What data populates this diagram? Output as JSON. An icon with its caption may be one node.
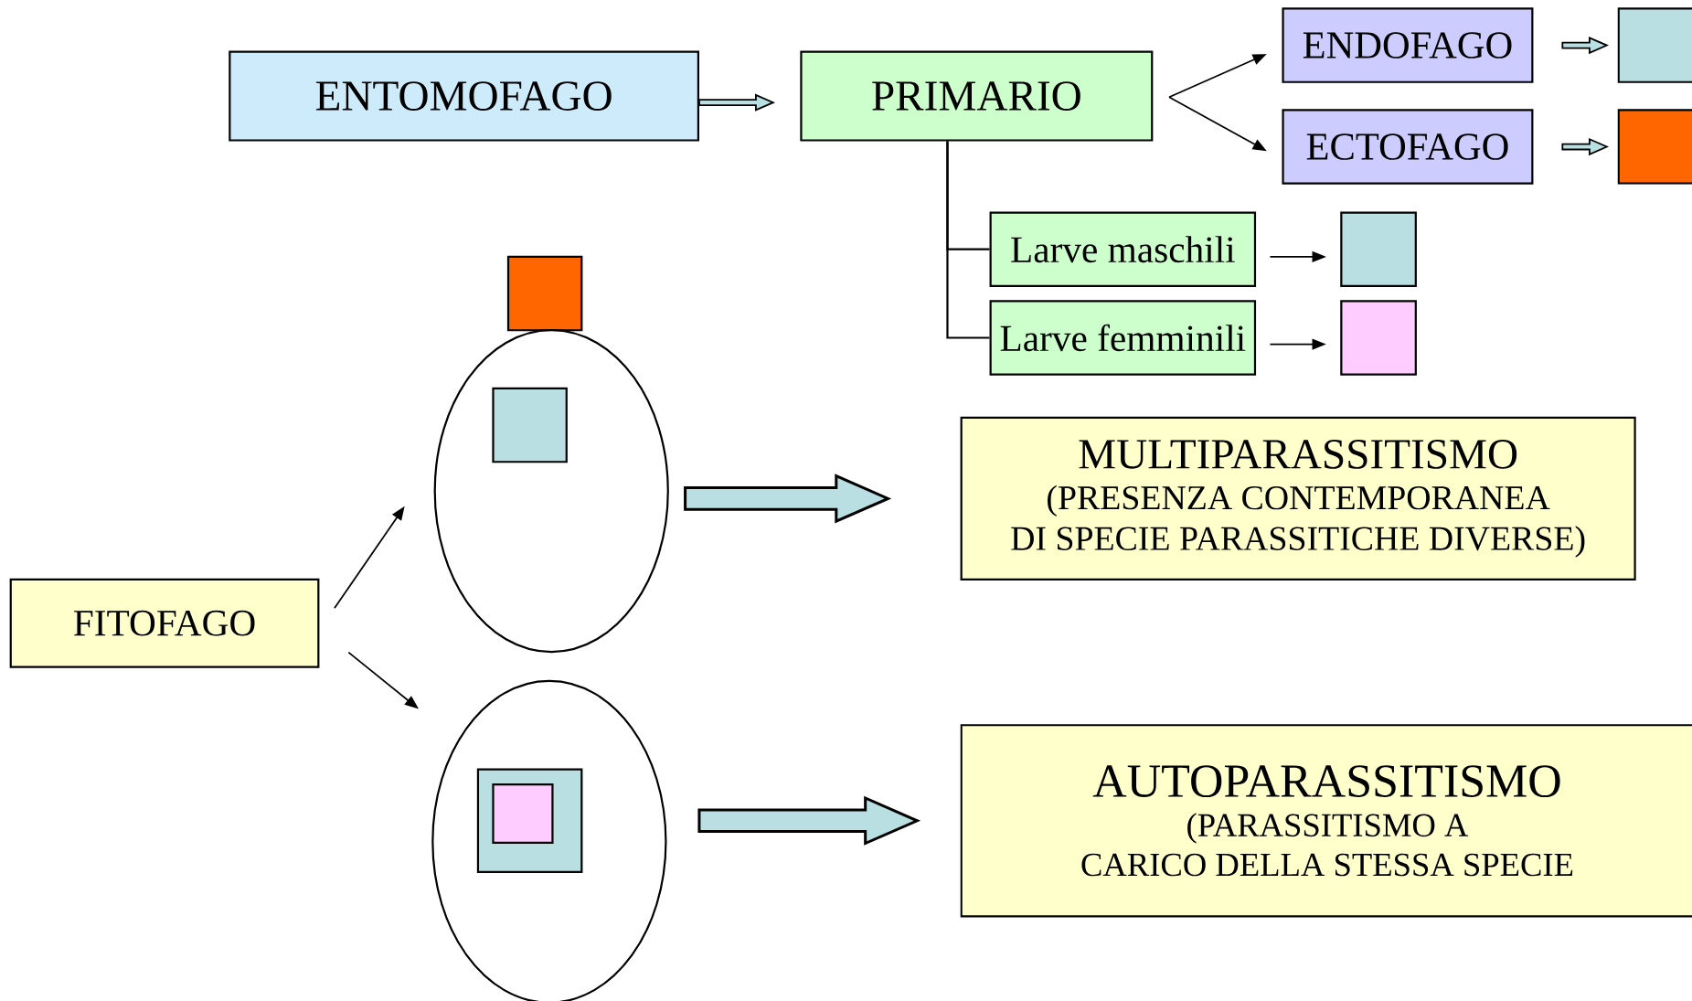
{
  "diagram": {
    "nodes": [
      {
        "text": [
          "ENTOMOFAGO"
        ]
      },
      {
        "text": [
          "PRIMARIO"
        ]
      },
      {
        "text": [
          "ENDOFAGO"
        ]
      },
      {
        "text": [],
        "shape": "box"
      },
      {
        "text": [
          "ECTOFAGO"
        ]
      },
      {
        "text": [],
        "shape": "box"
      },
      {
        "text": [
          "Larve maschili"
        ]
      },
      {
        "text": [],
        "shape": "box"
      },
      {
        "text": [
          "Larve femminili"
        ]
      },
      {
        "text": [],
        "shape": "box"
      },
      {
        "text": [
          "FITOFAGO"
        ]
      },
      {
        "text": [],
        "shape": "box"
      },
      {
        "text": [],
        "shape": "ellipse"
      },
      {
        "text": [],
        "shape": "box",
        "in": 12
      },
      {
        "text": [
          "MULTIPARASSITISMO",
          "(PRESENZA CONTEMPORANEA DI SPECIE PARASSITICHE DIVERSE)"
        ]
      },
      {
        "text": [],
        "shape": "ellipse"
      },
      {
        "text": [],
        "shape": "box",
        "in": 15
      },
      {
        "text": [],
        "shape": "box",
        "in": 16
      },
      {
        "text": [
          "AUTOPARASSITISMO",
          "(PARASSITISMO A CARICO DELLA STESSA SPECIE"
        ]
      }
    ],
    "edges": [
      {
        "from": 0,
        "to": 1,
        "arrow": "to"
      },
      {
        "from": 1,
        "to": 2,
        "arrow": "to"
      },
      {
        "from": 1,
        "to": 4,
        "arrow": "to"
      },
      {
        "from": 1,
        "to": 6,
        "arrow": "none"
      },
      {
        "from": 1,
        "to": 8,
        "arrow": "none"
      },
      {
        "from": 2,
        "to": 3,
        "arrow": "to"
      },
      {
        "from": 4,
        "to": 5,
        "arrow": "to"
      },
      {
        "from": 6,
        "to": 7,
        "arrow": "to"
      },
      {
        "from": 8,
        "to": 9,
        "arrow": "to"
      },
      {
        "from": 10,
        "to": 12,
        "arrow": "to"
      },
      {
        "from": 10,
        "to": 15,
        "arrow": "to"
      },
      {
        "from": 12,
        "to": 14,
        "arrow": "to",
        "style": "thick"
      },
      {
        "from": 15,
        "to": 18,
        "arrow": "to",
        "style": "thick"
      }
    ]
  }
}
